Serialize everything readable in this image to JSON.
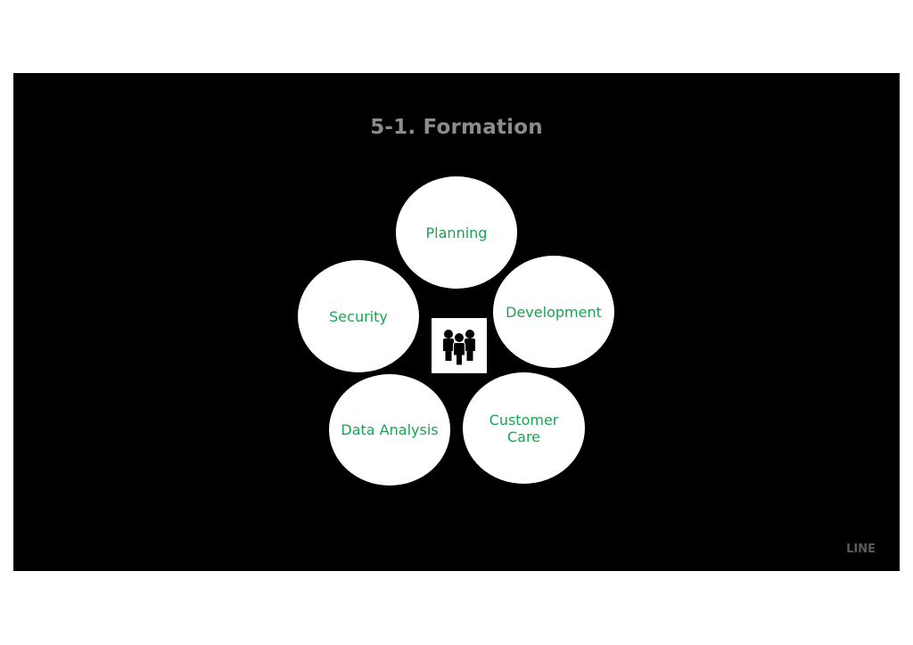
{
  "slide": {
    "title": "5-1. Formation",
    "logo_text": "LINE"
  },
  "diagram": {
    "center_icon": "team-people-icon",
    "text_color": "#1aa353",
    "circles": [
      {
        "label": "Planning"
      },
      {
        "label": "Development"
      },
      {
        "label": "Customer\nCare"
      },
      {
        "label": "Data Analysis"
      },
      {
        "label": "Security"
      }
    ]
  }
}
